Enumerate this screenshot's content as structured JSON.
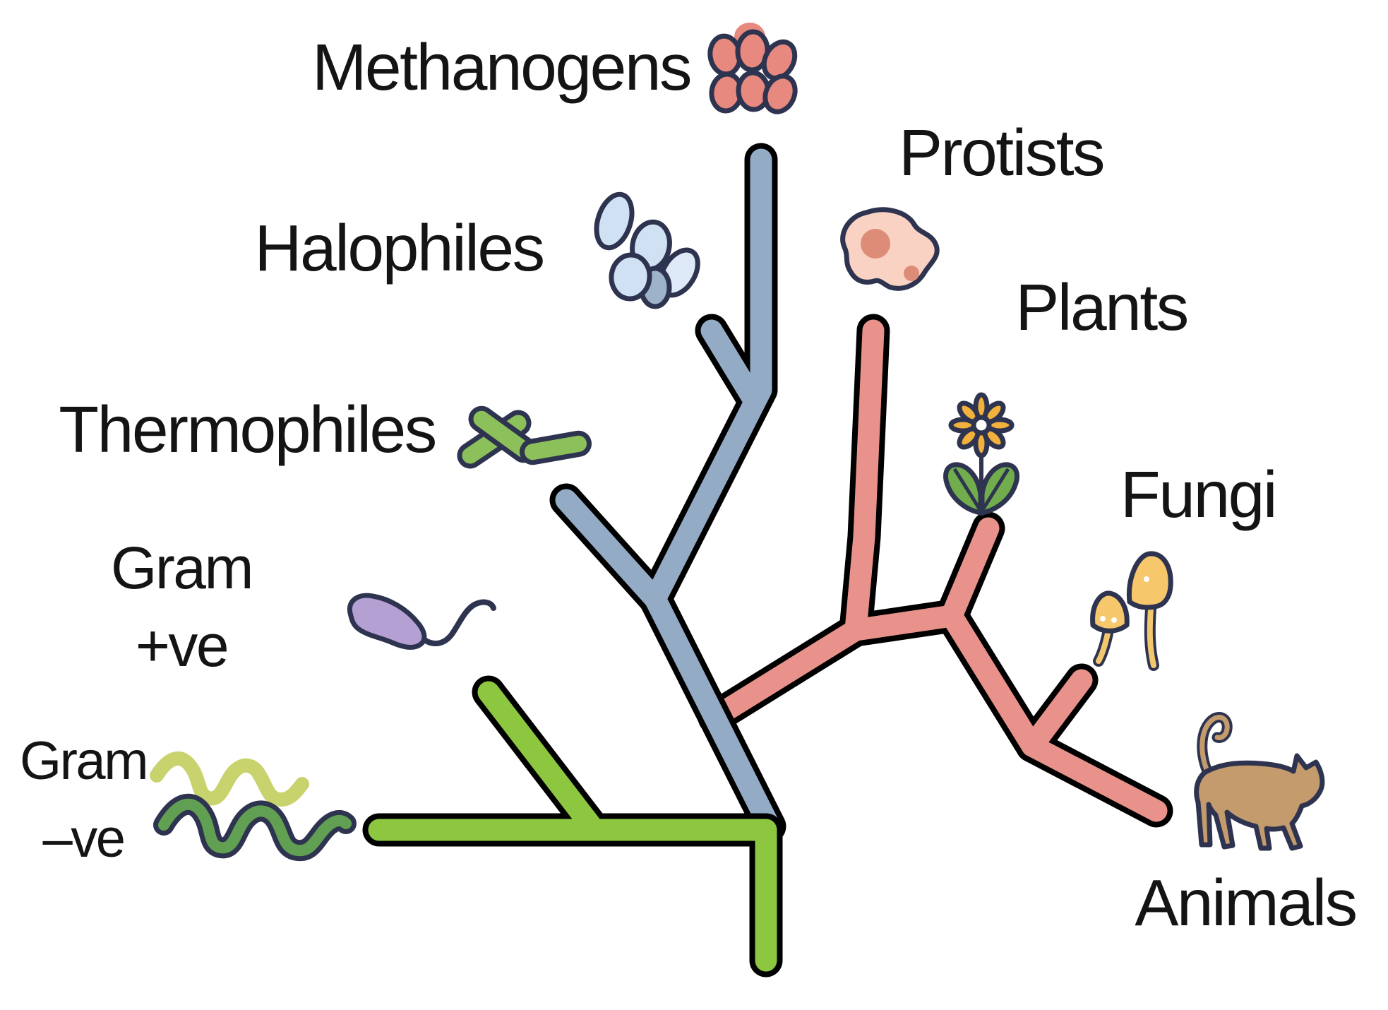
{
  "colors": {
    "background": "#ffffff",
    "branch_outline": "#000000",
    "archaea": "#94abc6",
    "bacteria": "#8dc63f",
    "eukarya": "#e8928b",
    "icon_outline": "#2e3450",
    "methanogen_cell": "#e8897f",
    "halophile_cell": "#cfe1f3",
    "halophile_cell_light": "#dde9f6",
    "halophile_cell_dark": "#9db3c9",
    "thermophile_rod": "#8cc05a",
    "gram_positive_cell": "#b5a0d4",
    "gram_negative_light": "#c8d36e",
    "gram_negative_dark": "#61a052",
    "protist_body": "#f9d2c4",
    "protist_nucleus": "#dd8d77",
    "flower_petal": "#f2b13c",
    "flower_center": "#ffffff",
    "flower_leaf": "#71ad4c",
    "mushroom_cap": "#f7c76b",
    "mushroom_stem": "#f3c76e",
    "cat_body": "#c49b6d"
  },
  "labels": {
    "methanogens": "Methanogens",
    "halophiles": "Halophiles",
    "thermophiles": "Thermophiles",
    "gram_positive_line1": "Gram",
    "gram_positive_line2": "+ve",
    "gram_negative_line1": "Gram",
    "gram_negative_line2": "–ve",
    "protists": "Protists",
    "plants": "Plants",
    "fungi": "Fungi",
    "animals": "Animals"
  }
}
